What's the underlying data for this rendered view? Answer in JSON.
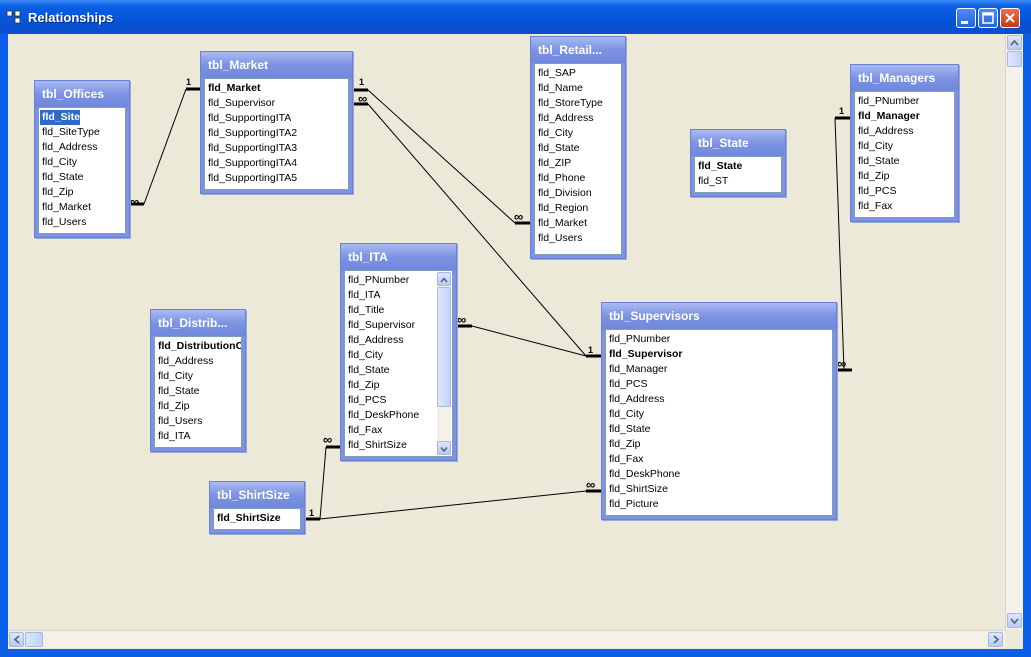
{
  "window": {
    "title": "Relationships"
  },
  "tables": [
    {
      "id": "offices",
      "title": "tbl_Offices",
      "fields": [
        "fld_Site",
        "fld_SiteType",
        "fld_Address",
        "fld_City",
        "fld_State",
        "fld_Zip",
        "fld_Market",
        "fld_Users"
      ],
      "primary": [
        0
      ],
      "selected": 0
    },
    {
      "id": "market",
      "title": "tbl_Market",
      "fields": [
        "fld_Market",
        "fld_Supervisor",
        "fld_SupportingITA",
        "fld_SupportingITA2",
        "fld_SupportingITA3",
        "fld_SupportingITA4",
        "fld_SupportingITA5"
      ],
      "primary": [
        0
      ]
    },
    {
      "id": "retail",
      "title": "tbl_Retail...",
      "fields": [
        "fld_SAP",
        "fld_Name",
        "fld_StoreType",
        "fld_Address",
        "fld_City",
        "fld_State",
        "fld_ZIP",
        "fld_Phone",
        "fld_Division",
        "fld_Region",
        "fld_Market",
        "fld_Users"
      ],
      "primary": []
    },
    {
      "id": "state",
      "title": "tbl_State",
      "fields": [
        "fld_State",
        "fld_ST"
      ],
      "primary": [
        0
      ]
    },
    {
      "id": "managers",
      "title": "tbl_Managers",
      "fields": [
        "fld_PNumber",
        "fld_Manager",
        "fld_Address",
        "fld_City",
        "fld_State",
        "fld_Zip",
        "fld_PCS",
        "fld_Fax"
      ],
      "primary": [
        1
      ]
    },
    {
      "id": "distrib",
      "title": "tbl_Distrib...",
      "fields": [
        "fld_DistributionCe",
        "fld_Address",
        "fld_City",
        "fld_State",
        "fld_Zip",
        "fld_Users",
        "fld_ITA"
      ],
      "primary": [
        0
      ]
    },
    {
      "id": "ita",
      "title": "tbl_ITA",
      "fields": [
        "fld_PNumber",
        "fld_ITA",
        "fld_Title",
        "fld_Supervisor",
        "fld_Address",
        "fld_City",
        "fld_State",
        "fld_Zip",
        "fld_PCS",
        "fld_DeskPhone",
        "fld_Fax",
        "fld_ShirtSize"
      ],
      "primary": []
    },
    {
      "id": "shirtsize",
      "title": "tbl_ShirtSize",
      "fields": [
        "fld_ShirtSize"
      ],
      "primary": [
        0
      ]
    },
    {
      "id": "supervisors",
      "title": "tbl_Supervisors",
      "fields": [
        "fld_PNumber",
        "fld_Supervisor",
        "fld_Manager",
        "fld_PCS",
        "fld_Address",
        "fld_City",
        "fld_State",
        "fld_Zip",
        "fld_Fax",
        "fld_DeskPhone",
        "fld_ShirtSize",
        "fld_Picture"
      ],
      "primary": [
        1
      ]
    }
  ],
  "cardinality": {
    "one": "1",
    "many": "∞"
  }
}
